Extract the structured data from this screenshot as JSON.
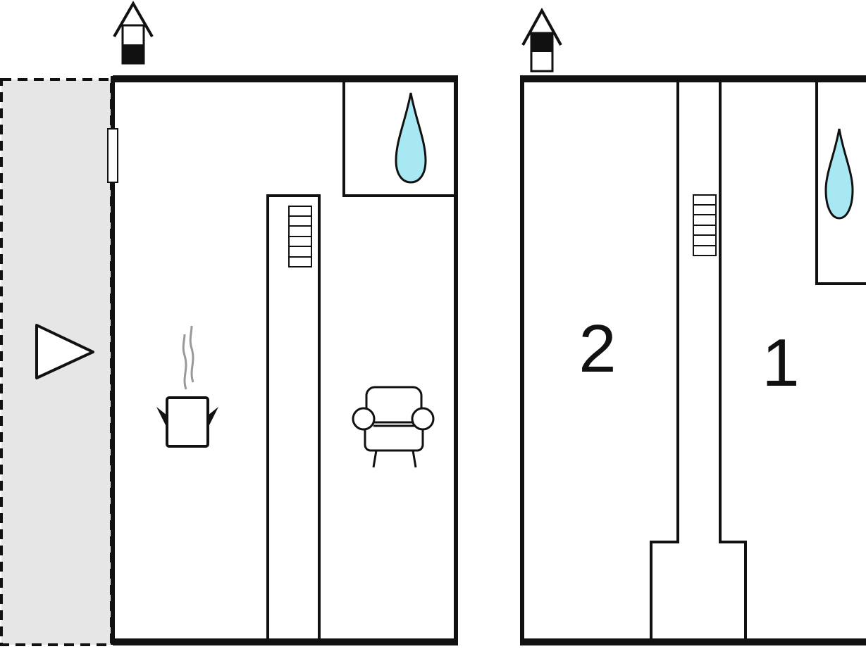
{
  "floors": [
    {
      "id": "ground",
      "icons": [
        "floor-level-ground-icon",
        "entrance-arrow-icon",
        "door-icon",
        "water-drop-icon",
        "stairs-icon",
        "kitchen-pot-icon",
        "armchair-icon"
      ],
      "terrace": "outdoor-terrace"
    },
    {
      "id": "upper",
      "icons": [
        "floor-level-upper-icon",
        "water-drop-icon",
        "stairs-icon"
      ],
      "rooms": [
        {
          "label": "2"
        },
        {
          "label": "1"
        }
      ]
    }
  ],
  "colors": {
    "wall": "#111111",
    "water": "#a8e8f2",
    "terrace": "#e6e6e6",
    "steam": "#999999"
  }
}
